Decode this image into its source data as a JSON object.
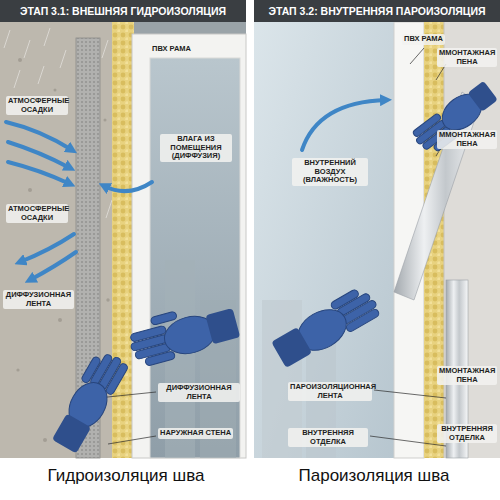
{
  "diagram": {
    "nodes": [
      {
        "text": [
          "ЭТАП 3.1: ВНЕШНЯЯ ГИДРОИЗОЛЯЦИЯ"
        ]
      },
      {
        "text": [
          "ЭТАП 3.2: ВНУТРЕННЯЯ ПАРОИЗОЛЯЦИЯ"
        ]
      }
    ],
    "labels": [
      "ПВХ РАМА",
      "АТМОСФЕРНЫЕ ОСАДКИ",
      "ВЛАГА ИЗ ПОМЕЩЕНИЯ (ДИФФУЗИЯ)",
      "АТМОСФЕРНЫЕ ОСАДКИ",
      "ДИФФУЗИОННАЯ ЛЕНТА",
      "ДИФФУЗИОННАЯ ЛЕНТА",
      "НАРУЖНАЯ СТЕНА",
      "ПВХ РАМА",
      "ММОНТАЖНАЯ ПЕНА",
      "ММОНТАЖНАЯ ПЕНА",
      "ВНУТРЕННИЙ ВОЗДУХ (ВЛАЖНОСТЬ)",
      "ММОНТАЖНАЯ ПЕНА",
      "ПАРОИЗОЛЯЦИОННАЯ ЛЕНТА",
      "ВНУТРЕННЯЯ ОТДЕЛКА",
      "ВНУТРЕННЯЯ ОТДЕЛКА",
      "Гидроизоляция шва",
      "Пароизоляция шва"
    ]
  }
}
